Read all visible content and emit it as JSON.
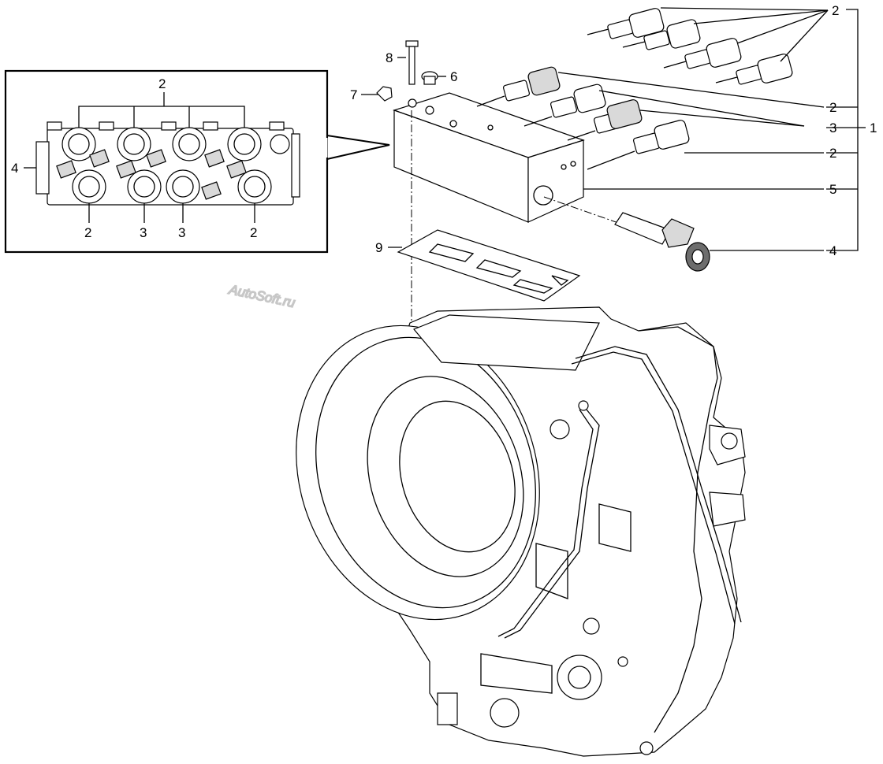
{
  "watermark": "AutoSoft.ru",
  "callouts": {
    "c1": "1",
    "c2_top": "2",
    "c2_right_a": "2",
    "c3_right": "3",
    "c2_right_b": "2",
    "c5": "5",
    "c4_right": "4",
    "c6": "6",
    "c7": "7",
    "c8": "8",
    "c9": "9"
  },
  "inset": {
    "top_label": "2",
    "left_label": "4",
    "bottom_labels": [
      "2",
      "3",
      "3",
      "2"
    ]
  }
}
